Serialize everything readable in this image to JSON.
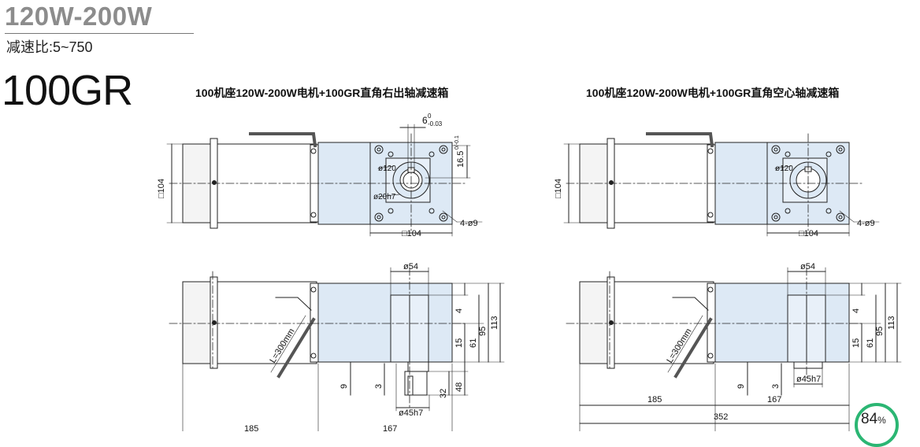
{
  "header": {
    "power_range": "120W-200W",
    "ratio": "减速比:5~750",
    "model": "100GR"
  },
  "left_drawing": {
    "title": "100机座120W-200W电机+100GR直角右出轴减速箱",
    "dims": {
      "key_width": "6",
      "key_tol_upper": "0",
      "key_tol_lower": "-0.03",
      "key_height": "16.5",
      "key_height_tol": "0/-0.1",
      "pcd": "ø120",
      "shaft": "ø20h7",
      "holes": "4-ø9",
      "square_side": "□104",
      "square_bottom": "□104",
      "flange_dia": "ø54",
      "d4": "4",
      "d15": "15",
      "d61": "61",
      "d95": "95",
      "d113": "113",
      "d9": "9",
      "d3": "3",
      "d32": "32",
      "d48": "48",
      "hub": "ø45h7",
      "d185": "185",
      "d167": "167",
      "cable": "L=300mm"
    }
  },
  "right_drawing": {
    "title": "100机座120W-200W电机+100GR直角空心轴减速箱",
    "dims": {
      "pcd": "ø120",
      "holes": "4-ø9",
      "square_side": "□104",
      "square_bottom": "□104",
      "flange_dia": "ø54",
      "d4": "4",
      "d15": "15",
      "d61": "61",
      "d95": "95",
      "d113": "113",
      "d9": "9",
      "d3": "3",
      "hub": "ø45h7",
      "d185": "185",
      "d167": "167",
      "d352": "352",
      "cable": "L=300mm"
    }
  },
  "badge": {
    "value": "84",
    "unit": "%",
    "color": "#2bb673"
  },
  "colors": {
    "gearbox_fill": "#dde9f5",
    "motor_fill": "#ffffff",
    "line": "#222222",
    "cable": "#555555"
  }
}
